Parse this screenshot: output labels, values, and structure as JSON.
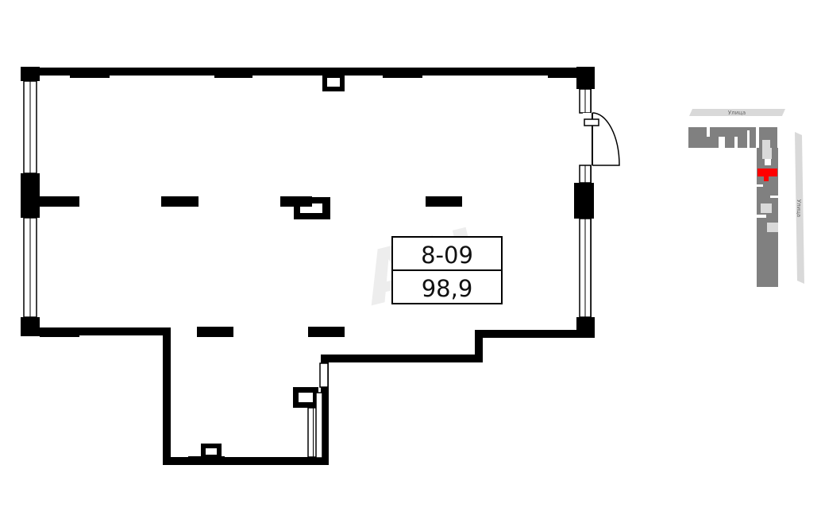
{
  "unit": {
    "number": "8-09",
    "area": "98,9"
  },
  "watermark": "AH",
  "key_plan": {
    "street_top": "Улица",
    "street_right": "Улица",
    "highlight_color": "#ff0000",
    "building_color": "#808080",
    "street_color": "#d9d9d9"
  },
  "colors": {
    "wall": "#000000",
    "window": "#ffffff",
    "background": "#ffffff"
  }
}
